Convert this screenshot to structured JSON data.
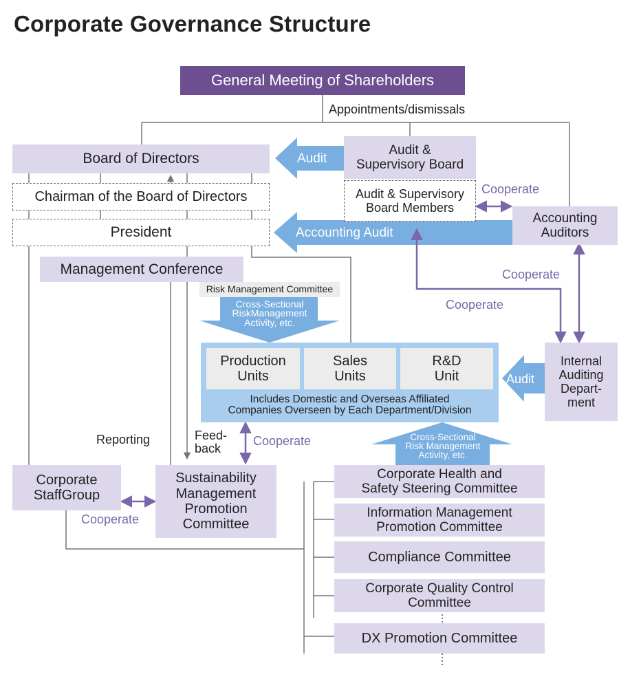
{
  "title": "Corporate Governance Structure",
  "nodes": {
    "shareholders": "General Meeting of Shareholders",
    "board": "Board of Directors",
    "chairman": "Chairman of the Board of Directors",
    "president": "President",
    "audit_board": [
      "Audit &",
      "Supervisory Board"
    ],
    "audit_members": [
      "Audit & Supervisory",
      "Board Members"
    ],
    "accounting_auditors": [
      "Accounting",
      "Auditors"
    ],
    "management_conference": "Management Conference",
    "risk_committee": "Risk Management Committee",
    "production": [
      "Production",
      "Units"
    ],
    "sales": [
      "Sales",
      "Units"
    ],
    "rnd": [
      "R&D",
      "Unit"
    ],
    "includes_note": [
      "Includes Domestic and Overseas Affiliated",
      "Companies Overseen by Each Department/Division"
    ],
    "internal_auditing": [
      "Internal",
      "Auditing",
      "Depart-",
      "ment"
    ],
    "corporate_staff": [
      "Corporate",
      "StaffGroup"
    ],
    "sustainability": [
      "Sustainability",
      "Management",
      "Promotion",
      "Committee"
    ],
    "health_safety": [
      "Corporate Health and",
      "Safety Steering Committee"
    ],
    "info_mgmt": [
      "Information Management",
      "Promotion Committee"
    ],
    "compliance": "Compliance Committee",
    "quality": [
      "Corporate Quality Control",
      "Committee"
    ],
    "dx": "DX Promotion Committee"
  },
  "labels": {
    "appointments": "Appointments/dismissals",
    "audit": "Audit",
    "accounting_audit": "Accounting Audit",
    "cooperate": "Cooperate",
    "cross_sectional_top": [
      "Cross-Sectional",
      "RiskManagement",
      "Activity, etc."
    ],
    "cross_sectional_bottom": [
      "Cross-Sectional",
      "Risk Management",
      "Activity, etc."
    ],
    "reporting": "Reporting",
    "feedback": [
      "Feed-",
      "back"
    ]
  },
  "colors": {
    "header_purple": "#6d4f91",
    "lavender": "#ddd7ec",
    "blue_arrow": "#78aee0",
    "panel_blue": "#a9cdee",
    "cooperate_purple": "#7a67a7"
  }
}
